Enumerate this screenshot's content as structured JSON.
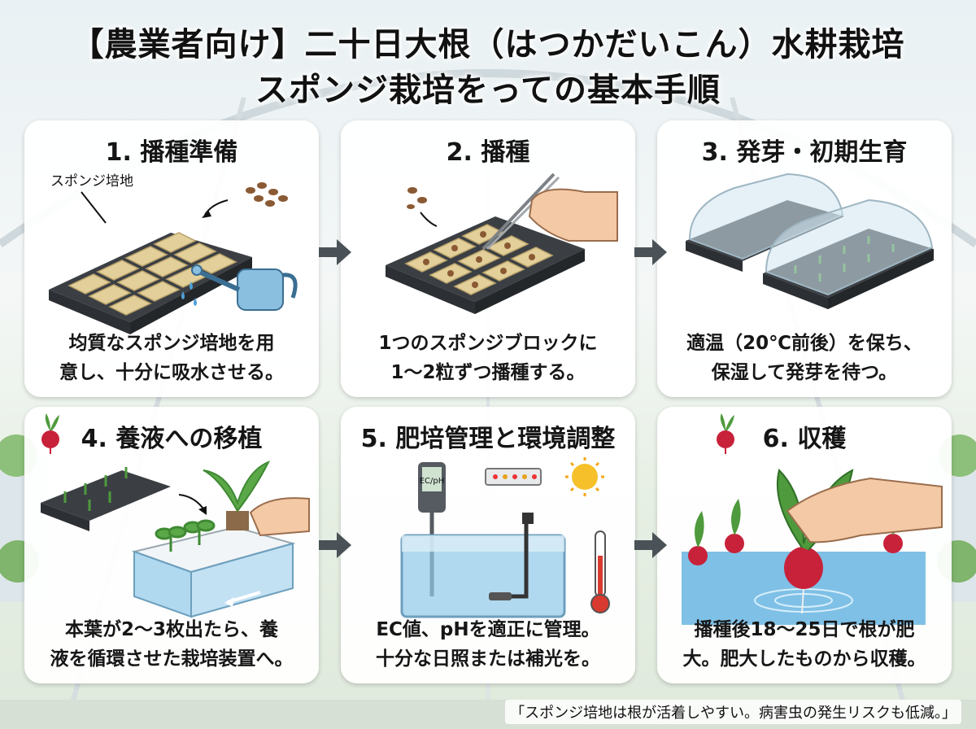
{
  "title_line1": "【農業者向け】二十日大根（はつかだいこん）水耕栽培",
  "title_line2": "スポンジ栽培をっての基本手順",
  "steps": [
    {
      "title": "1. 播種準備",
      "label": "スポンジ培地",
      "text1": "均質なスポンジ培地を用",
      "text2": "意し、十分に吸水させる。"
    },
    {
      "title": "2. 播種",
      "text1": "1つのスポンジブロックに",
      "text2": "1〜2粒ずつ播種する。"
    },
    {
      "title": "3. 発芽・初期生育",
      "text1": "適温（20℃前後）を保ち、",
      "text2": "保湿して発芽を待つ。"
    },
    {
      "title": "4. 養液への移植",
      "text1": "本葉が2〜3枚出たら、養",
      "text2": "液を循環させた栽培装置へ。"
    },
    {
      "title": "5. 肥培管理と環境調整",
      "meter_label": "EC/pH",
      "text1": "EC値、pHを適正に管理。",
      "text2": "十分な日照または補光を。"
    },
    {
      "title": "6. 収穫",
      "text1": "播種後18〜25日で根が肥",
      "text2": "大。肥大したものから収穫。"
    }
  ],
  "footer": "「スポンジ培地は根が活着しやすい。病害虫の発生リスクも低減。」",
  "colors": {
    "arrow": "#4a5257",
    "tray": "#3b3f44",
    "sponge": "#e2cf9a",
    "water": "#8fc9ea",
    "radish": "#c8223b",
    "leaf": "#4e9a3c"
  }
}
